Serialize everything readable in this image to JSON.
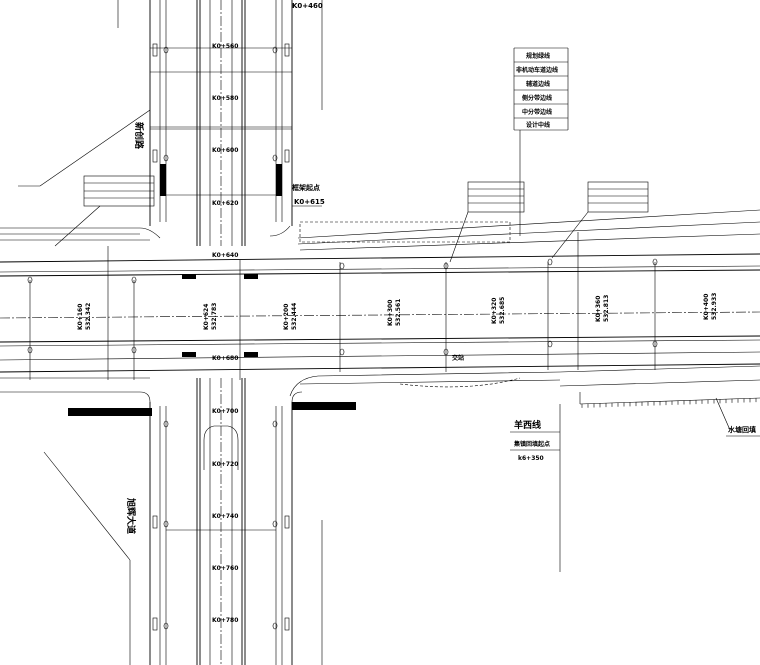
{
  "legend": {
    "items": [
      "规划绿线",
      "非机动车道边线",
      "辅道边线",
      "侧分带边线",
      "中分带边线",
      "设计中线"
    ]
  },
  "stations_vertical": [
    "K0+560",
    "K0+580",
    "K0+600",
    "K0+620",
    "K0+640",
    "K0+680",
    "K0+700",
    "K0+720",
    "K0+740",
    "K0+760",
    "K0+780"
  ],
  "station_top": "K0+460",
  "frame_start": {
    "label": "框架起点",
    "station": "K0+615"
  },
  "road_names": {
    "north": "新创路",
    "south": "旭辉大道"
  },
  "stations_horizontal": [
    {
      "station": "K0+160",
      "elev": "532.342"
    },
    {
      "station": "K0+200",
      "elev": "532.444"
    },
    {
      "station": "K0+300",
      "elev": "532.561"
    },
    {
      "station": "K0+320",
      "elev": "532.685"
    },
    {
      "station": "K0+360",
      "elev": "532.813"
    },
    {
      "station": "K0+400",
      "elev": "532.933"
    }
  ],
  "cross_station": {
    "station": "K0+624",
    "elev": "532.783"
  },
  "east_labels": {
    "road": "羊西线",
    "start_note": "集镇回填起点",
    "start_station": "k6+350",
    "water": "水塘回填"
  },
  "node_label": "交站"
}
